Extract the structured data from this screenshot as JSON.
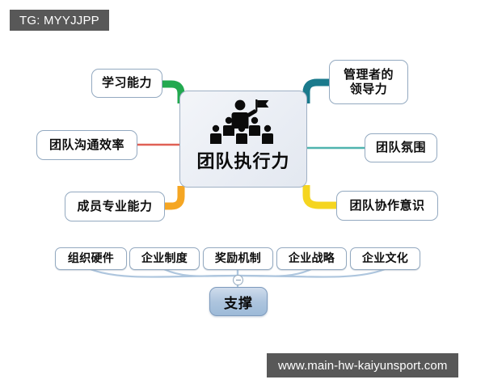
{
  "watermarks": {
    "top_left": "TG: MYYJJPP",
    "bottom_right": "www.main-hw-kaiyunsport.com"
  },
  "diagram": {
    "type": "mind-map",
    "center": {
      "label": "团队执行力",
      "icon": "team-leader-flag-icon",
      "fill": "#eaeef5",
      "border": "#9fb0c4"
    },
    "branches": [
      {
        "id": "learning-ability",
        "label": "学习能力",
        "side": "left",
        "connector_color": "#22a94f",
        "connector_style": "elbow"
      },
      {
        "id": "team-communication",
        "label": "团队沟通效率",
        "side": "left",
        "connector_color": "#e06055",
        "connector_style": "straight"
      },
      {
        "id": "member-expertise",
        "label": "成员专业能力",
        "side": "left",
        "connector_color": "#f5a623",
        "connector_style": "elbow"
      },
      {
        "id": "manager-leadership",
        "label": "管理者的\n领导力",
        "side": "right",
        "connector_color": "#1a7a8c",
        "connector_style": "elbow"
      },
      {
        "id": "team-atmosphere",
        "label": "团队氛围",
        "side": "right",
        "connector_color": "#4fb3ae",
        "connector_style": "straight"
      },
      {
        "id": "team-collaboration",
        "label": "团队协作意识",
        "side": "right",
        "connector_color": "#f5d520",
        "connector_style": "elbow"
      }
    ],
    "support": {
      "root_label": "支撑",
      "root_fill": "#aec5de",
      "connector_color": "#a8c4dd",
      "toggle_icon": "collapse-minus-icon",
      "items": [
        {
          "id": "org-hardware",
          "label": "组织硬件"
        },
        {
          "id": "company-system",
          "label": "企业制度"
        },
        {
          "id": "reward-mechanism",
          "label": "奖励机制"
        },
        {
          "id": "company-strategy",
          "label": "企业战略"
        },
        {
          "id": "company-culture",
          "label": "企业文化"
        }
      ]
    }
  }
}
